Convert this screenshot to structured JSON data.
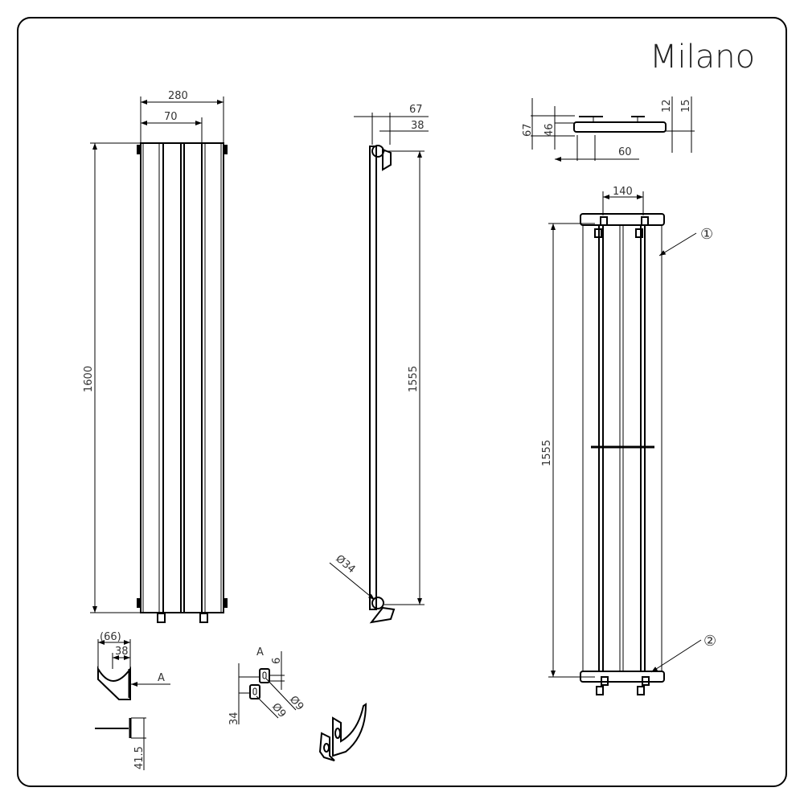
{
  "title": "Milano",
  "front_view": {
    "width": "280",
    "spacing": "70",
    "height": "1600"
  },
  "side_view": {
    "depth_total": "67",
    "depth_bracket": "38",
    "height_centers": "1555",
    "pipe_diameter": "Ø34"
  },
  "top_section": {
    "depth_total": "67",
    "depth_body": "46",
    "pitch": "60",
    "dim_a": "12",
    "dim_b": "15"
  },
  "rear_view": {
    "bracket_spacing": "140",
    "height_centers": "1555",
    "callout_1": "①",
    "callout_2": "②"
  },
  "bracket_detail": {
    "width": "(66)",
    "inner": "38",
    "view_label": "A",
    "thickness": "41.5"
  },
  "view_a": {
    "label": "A",
    "offset": "6",
    "height": "34",
    "hole_1": "Ø9",
    "hole_2": "Ø9"
  }
}
